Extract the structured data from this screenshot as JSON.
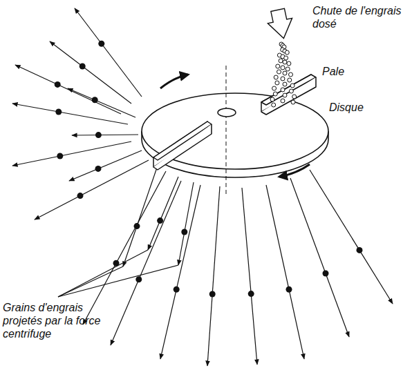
{
  "diagram": {
    "labels": [
      "Chute de l'engrais dosé",
      "Pale",
      "Disque",
      "Grains d'engrais projetés par la force centrifuge"
    ]
  }
}
